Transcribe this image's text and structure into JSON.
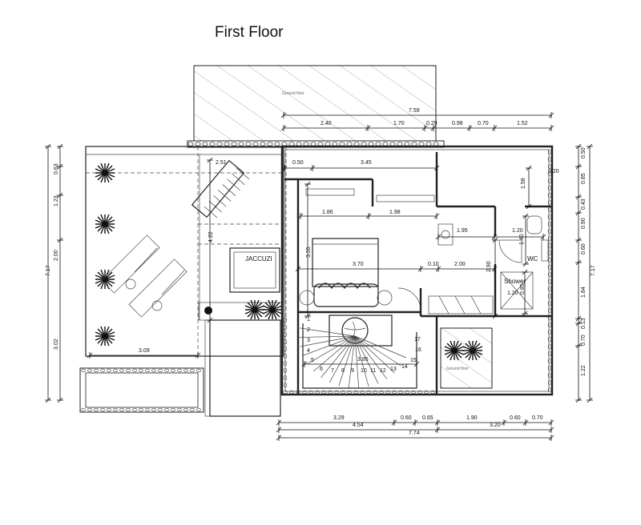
{
  "title": "First Floor",
  "labels": {
    "jaccuzi": "JACCUZI",
    "wc": "WC",
    "shower": "Shower",
    "ground_floor_top": "Ground floor",
    "ground_floor_right": "Ground floor"
  },
  "dims_top": {
    "overall": "7.59",
    "segments": [
      "2.40",
      "1.70",
      "0.29",
      "0.98",
      "0.70",
      "1.52"
    ]
  },
  "dims_bottom": {
    "row1": [
      "3.29",
      "0.60",
      "0.65",
      "1.90",
      "0.60",
      "0.70"
    ],
    "row2": [
      "4.54",
      "3.20"
    ],
    "overall": "7.74"
  },
  "dims_left": {
    "segments": [
      "0.63",
      "1.23",
      "2.00",
      "3.02"
    ],
    "overall": "7.17"
  },
  "dims_right": {
    "segments": [
      "0.50",
      "0.85",
      "0.43",
      "0.90",
      "0.60",
      "1.84",
      "0.13",
      "0.70",
      "1.22"
    ],
    "overall": "7.17"
  },
  "dims_interior": {
    "terrace_width": "3.09",
    "d_251": "2.51",
    "d_050": "0.50",
    "d_345": "3.45",
    "d_020": "0.20",
    "d_158": "1.58",
    "d_186": "1.86",
    "d_198": "1.98",
    "d_195": "1.95",
    "d_120a": "1.20",
    "d_140": "1.40",
    "d_422": "4.22",
    "d_355": "3.55",
    "d_370": "3.70",
    "d_010": "0.10",
    "d_200": "2.00",
    "d_290": "2.90",
    "d_120b": "1.20",
    "d_085": "0.85",
    "d_385": "3.85"
  },
  "stair_steps": [
    "1",
    "2",
    "3",
    "4",
    "5",
    "6",
    "7",
    "8",
    "9",
    "10",
    "11",
    "12",
    "13",
    "14",
    "15",
    "16",
    "17"
  ]
}
